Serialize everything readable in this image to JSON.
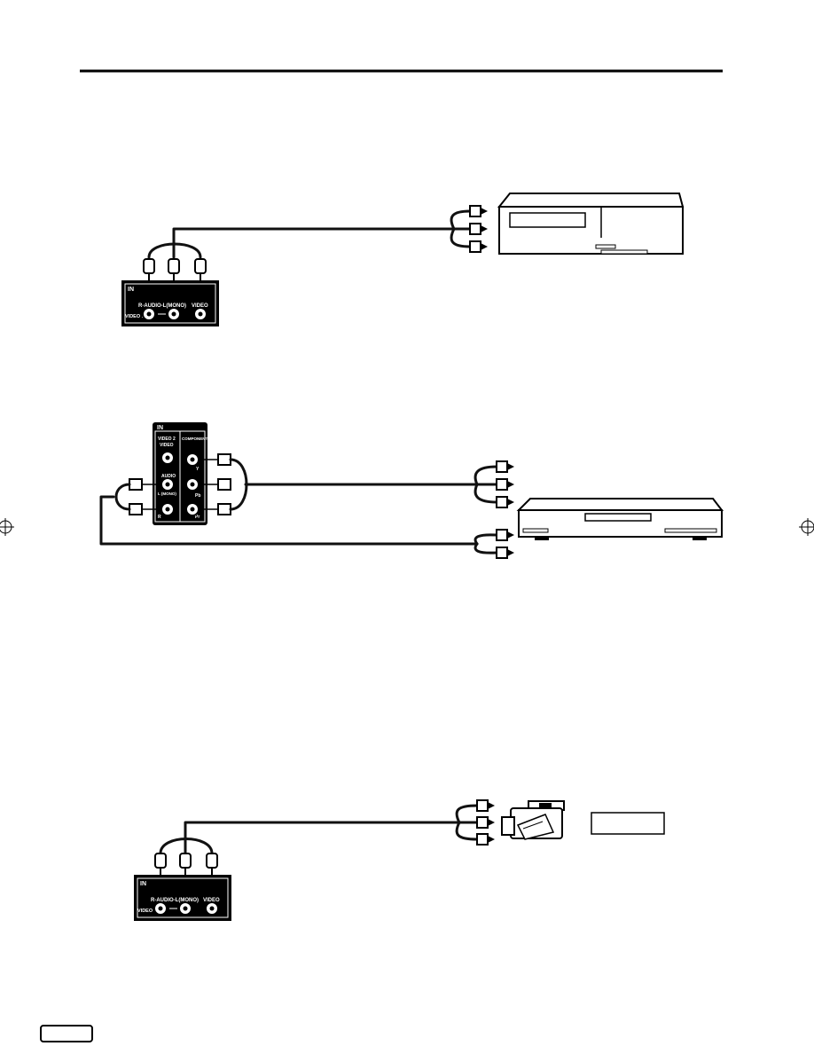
{
  "panel1": {
    "in_label": "IN",
    "port_label": "VIDEO 1",
    "audio_label": "R-AUDIO-L(MONO)",
    "video_label": "VIDEO"
  },
  "panel2": {
    "in_label": "IN",
    "video2_label": "VIDEO 2",
    "video_label": "VIDEO",
    "component_label": "COMPONENT",
    "audio_label": "AUDIO",
    "l_mono_label": "L (MONO)",
    "r_label": "R",
    "y_label": "Y",
    "pb_label": "Pb",
    "pr_label": "Pr"
  },
  "panel3": {
    "in_label": "IN",
    "port_label": "VIDEO 1",
    "audio_label": "R-AUDIO-L(MONO)",
    "video_label": "VIDEO"
  },
  "icons": {
    "vcr": "vcr-icon",
    "dvd": "dvd-player-icon",
    "camcorder": "camcorder-icon",
    "registration_mark": "registration-mark-icon"
  },
  "colors": {
    "ink": "#000000",
    "paper": "#ffffff"
  }
}
